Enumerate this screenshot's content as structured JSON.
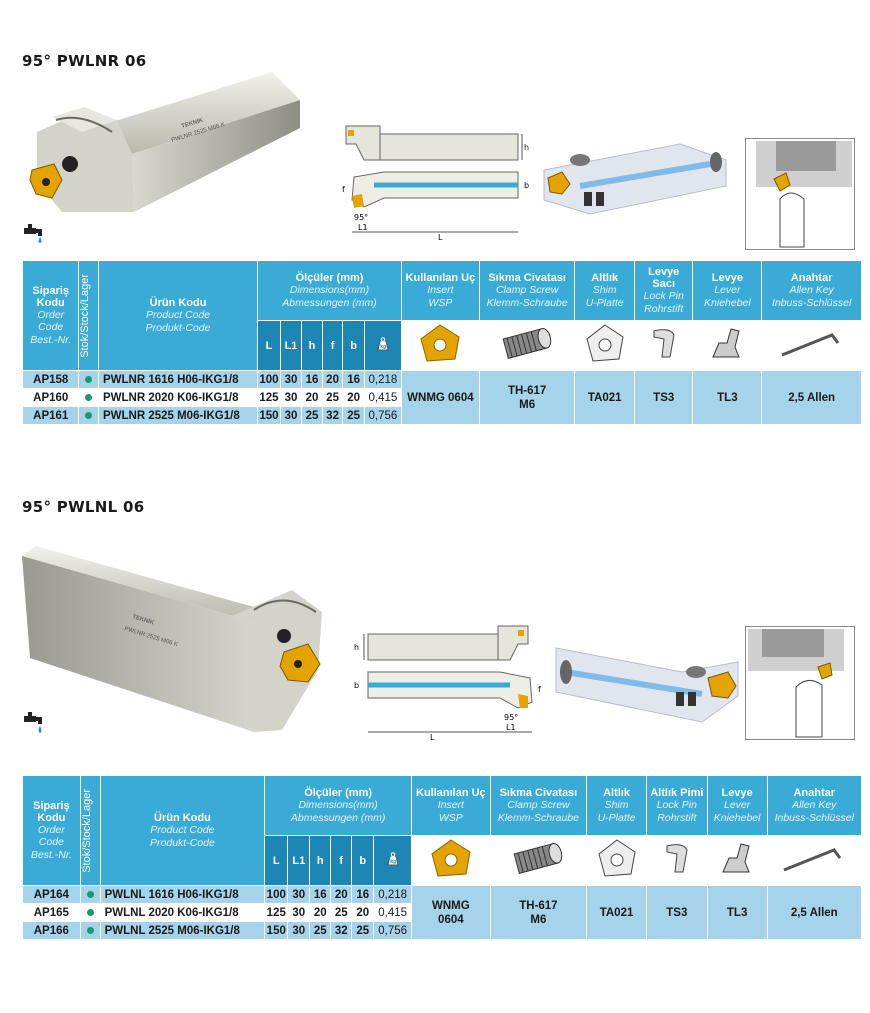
{
  "sections": [
    {
      "title": "95° PWLNR 06",
      "tool_marking": "PWLNR 2525 M06 K",
      "brand": "TEKNIK",
      "drawing_labels": {
        "h": "h",
        "f": "f",
        "b": "b",
        "angle": "95°",
        "l1": "L1",
        "l": "L"
      },
      "headers": {
        "siparis": [
          "Sipariş",
          "Kodu"
        ],
        "siparis_sub": [
          "Order",
          "Code",
          "Best.-Nr."
        ],
        "stok": "Stok/Stock/Lager",
        "urun": "Ürün Kodu",
        "urun_sub": [
          "Product Code",
          "Produkt-Code"
        ],
        "olculer": "Ölçüler (mm)",
        "olculer_sub": [
          "Dimensions(mm)",
          "Abmessungen (mm)"
        ],
        "dims": [
          "L",
          "L1",
          "h",
          "f",
          "b"
        ],
        "weight_icon": "kg",
        "uc": "Kullanılan Uç",
        "uc_sub": [
          "Insert",
          "WSP"
        ],
        "civata": "Sıkma Civatası",
        "civata_sub": [
          "Clamp Screw",
          "Klemm-Schraube"
        ],
        "altlik": "Altlık",
        "altlik_sub": [
          "Shim",
          "U-Platte"
        ],
        "pim": [
          "Levye",
          "Sacı"
        ],
        "pim_sub": [
          "Lock Pin",
          "Rohrstift"
        ],
        "levye": "Levye",
        "levye_sub": [
          "Lever",
          "Kniehebel"
        ],
        "anahtar": "Anahtar",
        "anahtar_sub": [
          "Allen Key",
          "Inbuss-Schlüssel"
        ]
      },
      "rows": [
        {
          "code": "AP158",
          "product": "PWLNR 1616 H06-IKG1/8",
          "L": "100",
          "L1": "30",
          "h": "16",
          "f": "20",
          "b": "16",
          "w": "0,218"
        },
        {
          "code": "AP160",
          "product": "PWLNR 2020 K06-IKG1/8",
          "L": "125",
          "L1": "30",
          "h": "20",
          "f": "25",
          "b": "20",
          "w": "0,415"
        },
        {
          "code": "AP161",
          "product": "PWLNR 2525 M06-IKG1/8",
          "L": "150",
          "L1": "30",
          "h": "25",
          "f": "32",
          "b": "25",
          "w": "0,756"
        }
      ],
      "parts": {
        "insert": "WNMG 0604",
        "screw": [
          "TH-617",
          "M6"
        ],
        "shim": "TA021",
        "pin": "TS3",
        "lever": "TL3",
        "key": "2,5 Allen"
      }
    },
    {
      "title": "95° PWLNL 06",
      "tool_marking": "PWLNR 2525 M06 K",
      "brand": "TEKNIK",
      "drawing_labels": {
        "h": "h",
        "f": "f",
        "b": "b",
        "angle": "95°",
        "l1": "L1",
        "l": "L"
      },
      "headers": {
        "siparis": [
          "Sipariş",
          "Kodu"
        ],
        "siparis_sub": [
          "Order",
          "Code",
          "Best.-Nr."
        ],
        "stok": "Stok/Stock/Lager",
        "urun": "Ürün Kodu",
        "urun_sub": [
          "Product Code",
          "Produkt-Code"
        ],
        "olculer": "Ölçüler (mm)",
        "olculer_sub": [
          "Dimensions(mm)",
          "Abmessungen (mm)"
        ],
        "dims": [
          "L",
          "L1",
          "h",
          "f",
          "b"
        ],
        "weight_icon": "kg",
        "uc": "Kullanılan Uç",
        "uc_sub": [
          "Insert",
          "WSP"
        ],
        "civata": "Sıkma Civatası",
        "civata_sub": [
          "Clamp Screw",
          "Klemm-Schraube"
        ],
        "altlik": "Altlık",
        "altlik_sub": [
          "Shim",
          "U-Platte"
        ],
        "pim": [
          "Altlık Pimi"
        ],
        "pim_sub": [
          "Lock Pin",
          "Rohrstift"
        ],
        "levye": "Levye",
        "levye_sub": [
          "Lever",
          "Kniehebel"
        ],
        "anahtar": "Anahtar",
        "anahtar_sub": [
          "Allen Key",
          "Inbuss-Schlüssel"
        ]
      },
      "rows": [
        {
          "code": "AP164",
          "product": "PWLNL 1616 H06-IKG1/8",
          "L": "100",
          "L1": "30",
          "h": "16",
          "f": "20",
          "b": "16",
          "w": "0,218"
        },
        {
          "code": "AP165",
          "product": "PWLNL 2020 K06-IKG1/8",
          "L": "125",
          "L1": "30",
          "h": "20",
          "f": "25",
          "b": "20",
          "w": "0,415"
        },
        {
          "code": "AP166",
          "product": "PWLNL 2525 M06-IKG1/8",
          "L": "150",
          "L1": "30",
          "h": "25",
          "f": "32",
          "b": "25",
          "w": "0,756"
        }
      ],
      "parts": {
        "insert": [
          "WNMG",
          "0604"
        ],
        "screw": [
          "TH-617",
          "M6"
        ],
        "shim": "TA021",
        "pin": "TS3",
        "lever": "TL3",
        "key": "2,5 Allen"
      }
    }
  ],
  "colors": {
    "header": "#3aabd6",
    "dim_header": "#1d86b5",
    "row_blue": "#a5d3ea",
    "stock_dot": "#139b72",
    "insert_gold": "#e3a400"
  },
  "icons": [
    "coolant-tap-icon",
    "weight-icon",
    "stock-dot-icon"
  ]
}
